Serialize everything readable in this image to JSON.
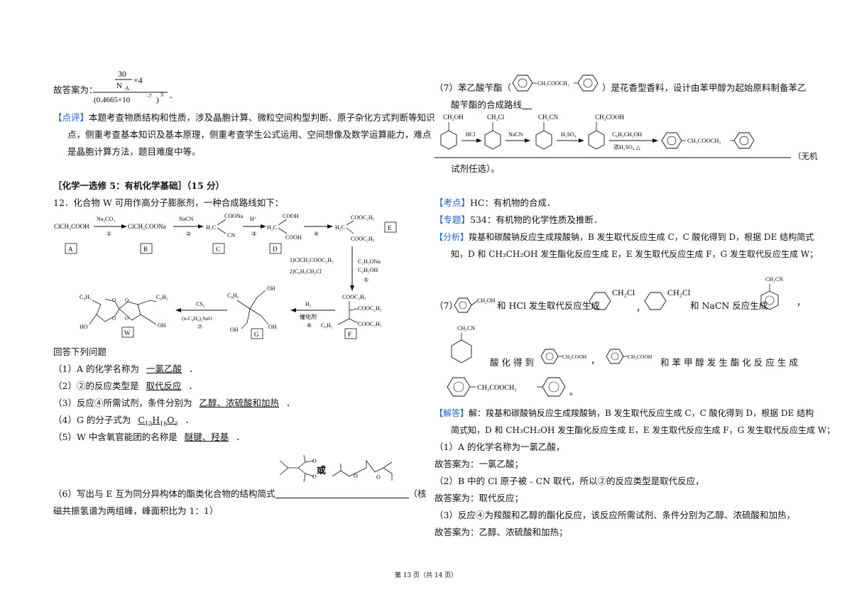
{
  "left": {
    "answer_prefix": "故答案为：",
    "formula_num": "30",
    "formula_den_n": "N",
    "formula_den_sub": "A",
    "formula_times4": "×4",
    "formula_base": "(0.4665×10",
    "formula_exp": "-7",
    "formula_close": ")",
    "formula_cube": "3",
    "formula_tail": "．",
    "comment_tag": "【点评】",
    "comment_l1": "本题考查物质结构和性质，涉及晶胞计算、微粒空间构型判断、原子杂化方式判断等知识",
    "comment_l2": "点，侧重考查基本知识及基本原理，侧重考查学生公式运用、空间想像及数学运算能力，难点",
    "comment_l3": "是晶胞计算方法，题目难度中等。",
    "section_title": "［化学一选修 5：有机化学基础］（15 分）",
    "q12": "12．化合物 W 可用作高分子膨胀剂，一种合成路线如下：",
    "questions_head": "回答下列问题",
    "q1_pre": "（1）A 的化学名称为",
    "q1_ans": "一氯乙酸",
    "q1_post": "．",
    "q2_pre": "（2）②的反应类型是",
    "q2_ans": "取代反应",
    "q2_post": "．",
    "q3_pre": "（3）反应④所需试剂，条件分别为",
    "q3_ans": "乙醇、浓硫酸和加热",
    "q3_post": "．",
    "q4_pre": "（4）G 的分子式为",
    "q4_ans": "C",
    "q4_s1": "12",
    "q4_h": "H",
    "q4_s2": "18",
    "q4_o": "O",
    "q4_s3": "3",
    "q4_post": "．",
    "q5_pre": "（5）W 中含氧官能团的名称是",
    "q5_ans": "醚键、羟基",
    "q5_post": "．",
    "q6_or": "或",
    "q6_l1_pre": "（6）写出与 E 互为同分异构体的酯类化合物的结构简式",
    "q6_l1_post": "（核",
    "q6_l2": "磁共振氢谱为两组峰，峰面积比为 1：1）"
  },
  "scheme": {
    "A": "ClCH₂COOH",
    "B": "ClCH₂COONa",
    "r1": "Na₂CO₃",
    "r2": "NaCN",
    "r3": "H⁺",
    "n1": "①",
    "n2": "②",
    "n3": "③",
    "n4": "④",
    "n5": "⑤",
    "n6": "⑥",
    "n7": "⑦",
    "coona": "COONa",
    "cooh": "COOH",
    "cn": "CN",
    "h2c": "H₂C",
    "cooc2h5": "COOC₂H₅",
    "box_A": "A",
    "box_B": "B",
    "box_C": "C",
    "box_D": "D",
    "box_E": "E",
    "box_F": "F",
    "box_G": "G",
    "box_W": "W",
    "r5a": "1)ClCH₂COOC₂H₅",
    "r5b": "2)C₆H₅CH₂Cl",
    "r5c": "C₂H₅ONa",
    "r5d": "C₂H₅OH",
    "c6h5": "C₆H₅",
    "oh": "OH",
    "h2": "H₂",
    "cat": "催化剂",
    "cs2": "CS₂",
    "sno": "(n-C₄H₉)₂SnO",
    "ho": "HO",
    "o": "O"
  },
  "right": {
    "q7_pre": "（7）苯乙酸苄酯（",
    "q7_mid": "）是花香型香料，设计由苯甲醇为起始原料制备苯乙",
    "q7_l2": "酸苄酯的合成路线",
    "route_ch2oh": "CH₂OH",
    "route_ch2cl": "CH₂Cl",
    "route_ch2cn": "CH₂CN",
    "route_ch2cooh": "CH₂COOH",
    "route_hcl": "HCl",
    "route_nacn": "NaCN",
    "route_h2so4": "H₂SO₄",
    "route_alc": "C₆H₅CH₂OH",
    "route_conc": "浓H₂SO₄ △",
    "route_product": "CH₂COOCH₂",
    "route_end_1": "（无机",
    "route_end_2": "试剂任选）。",
    "kd_tag": "【考点】",
    "kd_text": "HC：有机物的合成．",
    "zt_tag": "【专题】",
    "zt_text": "534：有机物的化学性质及推断．",
    "fx_tag": "【分析】",
    "fx_l1": "羧基和碳酸钠反应生成羧酸钠，B 发生取代反应生成 C，C 酸化得到 D，根据 DE 结构简式",
    "fx_l2": "知，D 和 CH₃CH₂OH 发生酯化反应生成 E，E 发生取代反应生成 F，G 发生取代反应生成 W；",
    "a7_pre": "（7）",
    "a7_ch2oh": "CH₂OH",
    "a7_t1": "和 HCl 发生取代反应生成",
    "a7_ch2cl": "CH₂Cl",
    "a7_comma": "，",
    "a7_t2": "和 NaCN 反应生成",
    "a7_ch2cn": "CH₂CN",
    "a7_end": "，",
    "a7_b_t1": "酸 化 得 到",
    "a7_b_cooh": "CH₂COOH",
    "a7_b_comma": "，",
    "a7_b_t2": "和 苯 甲 醇 发 生 酯 化 反 应 生 成",
    "a7_c_prod": "CH₂COOCH₂",
    "a7_c_end": "。",
    "jd_tag": "【解答】",
    "jd_l1": "解：羧基和碳酸钠反应生成羧酸钠，B 发生取代反应生成 C，C 酸化得到 D，根据 DE 结构",
    "jd_l2": "简式知，D 和 CH₃CH₂OH 发生酯化反应生成 E，E 发生取代反应生成 F，G 发生取代反应生成 W；",
    "s1": "（1）A 的化学名称为一氯乙酸，",
    "s1a": "故答案为：一氯乙酸；",
    "s2": "（2）B 中的 Cl 原子被﹣CN 取代，所以②的反应类型是取代反应，",
    "s2a": "故答案为：取代反应；",
    "s3": "（3）反应④为羧酸和乙醇的酯化反应，该反应所需试剂、条件分别为乙醇、浓硫酸和加热，",
    "s3a": "故答案为：乙醇、浓硫酸和加热；"
  },
  "footer": "第 13 页（共 14 页）"
}
